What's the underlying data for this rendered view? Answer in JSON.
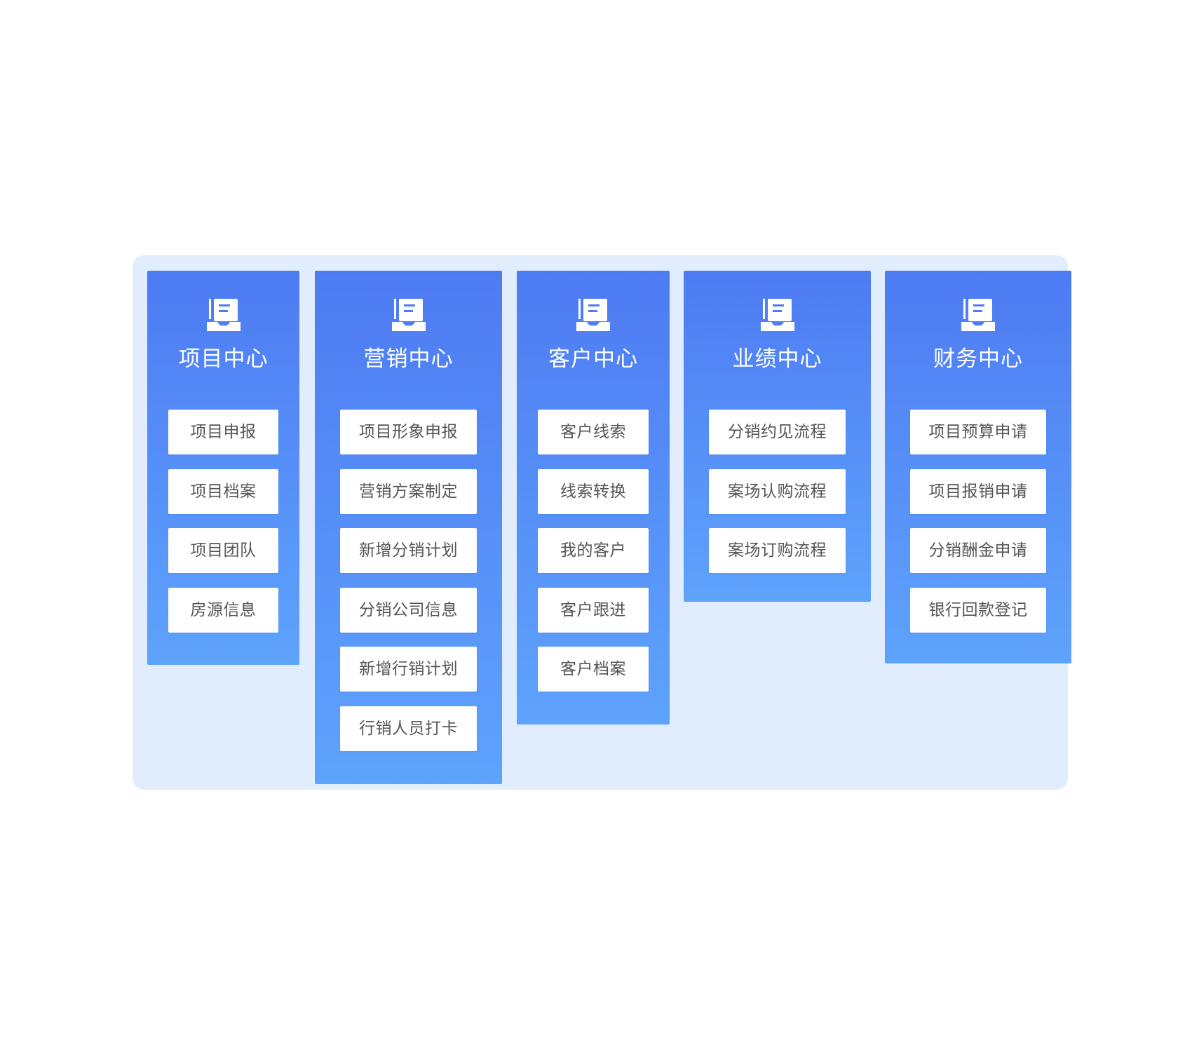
{
  "colors": {
    "panel_bg": "#e1edfd",
    "column_top": "#4e7bf3",
    "column_bottom": "#5ea3fc",
    "item_bg": "#ffffff",
    "item_text": "#555555",
    "title_text": "#ffffff"
  },
  "columns": [
    {
      "icon": "document-tray-icon",
      "title": "项目中心",
      "items": [
        "项目申报",
        "项目档案",
        "项目团队",
        "房源信息"
      ]
    },
    {
      "icon": "document-tray-icon",
      "title": "营销中心",
      "items": [
        "项目形象申报",
        "营销方案制定",
        "新增分销计划",
        "分销公司信息",
        "新增行销计划",
        "行销人员打卡"
      ]
    },
    {
      "icon": "document-tray-icon",
      "title": "客户中心",
      "items": [
        "客户线索",
        "线索转换",
        "我的客户",
        "客户跟进",
        "客户档案"
      ]
    },
    {
      "icon": "document-tray-icon",
      "title": "业绩中心",
      "items": [
        "分销约见流程",
        "案场认购流程",
        "案场订购流程"
      ]
    },
    {
      "icon": "document-tray-icon",
      "title": "财务中心",
      "items": [
        "项目预算申请",
        "项目报销申请",
        "分销酬金申请",
        "银行回款登记"
      ]
    }
  ]
}
